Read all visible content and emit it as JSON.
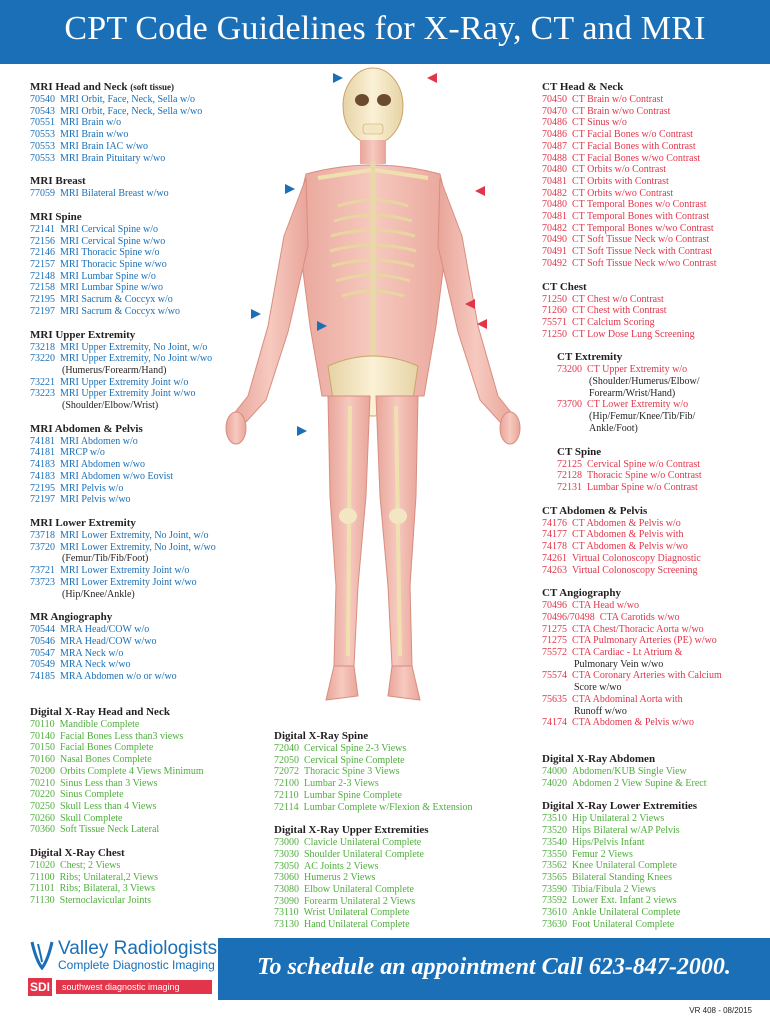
{
  "title": "CPT Code Guidelines for X-Ray,  CT and MRI",
  "colors": {
    "blue": "#1a6fb6",
    "red": "#e2354a",
    "green": "#4fae3d"
  },
  "left_sections": [
    {
      "heading": "MRI Head and Neck",
      "subheading": "(soft tissue)",
      "rows": [
        {
          "code": "70540",
          "desc": "MRI Orbit, Face, Neck, Sella w/o"
        },
        {
          "code": "70543",
          "desc": "MRI Orbit, Face, Neck, Sella w/wo"
        },
        {
          "code": "70551",
          "desc": "MRI Brain w/o"
        },
        {
          "code": "70553",
          "desc": "MRI Brain w/wo"
        },
        {
          "code": "70553",
          "desc": "MRI Brain IAC w/wo"
        },
        {
          "code": "70553",
          "desc": "MRI Brain Pituitary w/wo"
        }
      ]
    },
    {
      "heading": "MRI Breast",
      "rows": [
        {
          "code": "77059",
          "desc": "MRI Bilateral Breast w/wo"
        }
      ]
    },
    {
      "heading": "MRI Spine",
      "rows": [
        {
          "code": "72141",
          "desc": "MRI Cervical Spine w/o"
        },
        {
          "code": "72156",
          "desc": "MRI Cervical Spine w/wo"
        },
        {
          "code": "72146",
          "desc": "MRI Thoracic Spine w/o"
        },
        {
          "code": "72157",
          "desc": "MRI Thoracic Spine w/wo"
        },
        {
          "code": "72148",
          "desc": "MRI Lumbar Spine w/o"
        },
        {
          "code": "72158",
          "desc": "MRI Lumbar Spine w/wo"
        },
        {
          "code": "72195",
          "desc": "MRI Sacrum & Coccyx w/o"
        },
        {
          "code": "72197",
          "desc": "MRI Sacrum & Coccyx w/wo"
        }
      ]
    },
    {
      "heading": "MRI Upper Extremity",
      "rows": [
        {
          "code": "73218",
          "desc": "MRI Upper Extremity, No Joint, w/o"
        },
        {
          "code": "73220",
          "desc": "MRI Upper Extremity, No Joint w/wo",
          "cont": "(Humerus/Forearm/Hand)"
        },
        {
          "code": "73221",
          "desc": "MRI Upper Extremity Joint w/o"
        },
        {
          "code": "73223",
          "desc": "MRI Upper Extremity Joint w/wo",
          "cont": "(Shoulder/Elbow/Wrist)"
        }
      ]
    },
    {
      "heading": "MRI Abdomen & Pelvis",
      "rows": [
        {
          "code": "74181",
          "desc": "MRI Abdomen w/o"
        },
        {
          "code": "74181",
          "desc": "MRCP w/o"
        },
        {
          "code": "74183",
          "desc": "MRI Abdomen w/wo"
        },
        {
          "code": "74183",
          "desc": "MRI Abdomen w/wo Eovist"
        },
        {
          "code": "72195",
          "desc": "MRI Pelvis w/o"
        },
        {
          "code": "72197",
          "desc": "MRI Pelvis w/wo"
        }
      ]
    },
    {
      "heading": "MRI Lower Extremity",
      "rows": [
        {
          "code": "73718",
          "desc": "MRI Lower Extremity, No Joint, w/o"
        },
        {
          "code": "73720",
          "desc": "MRI Lower Extremity, No Joint, w/wo",
          "cont": "(Femur/Tib/Fib/Foot)"
        },
        {
          "code": "73721",
          "desc": "MRI Lower Extremity Joint w/o"
        },
        {
          "code": "73723",
          "desc": "MRI Lower Extremity Joint w/wo",
          "cont": "(Hip/Knee/Ankle)"
        }
      ]
    },
    {
      "heading": "MR Angiography",
      "rows": [
        {
          "code": "70544",
          "desc": "MRA Head/COW w/o"
        },
        {
          "code": "70546",
          "desc": "MRA Head/COW w/wo"
        },
        {
          "code": "70547",
          "desc": "MRA Neck w/o"
        },
        {
          "code": "70549",
          "desc": "MRA Neck w/wo"
        },
        {
          "code": "74185",
          "desc": "MRA Abdomen w/o or w/wo"
        }
      ]
    }
  ],
  "right_sections": [
    {
      "heading": "CT Head & Neck",
      "rows": [
        {
          "code": "70450",
          "desc": "CT Brain w/o Contrast"
        },
        {
          "code": "70470",
          "desc": "CT Brain w/wo Contrast"
        },
        {
          "code": "70486",
          "desc": "CT Sinus w/o"
        },
        {
          "code": "70486",
          "desc": "CT Facial Bones w/o Contrast"
        },
        {
          "code": "70487",
          "desc": "CT Facial Bones with Contrast"
        },
        {
          "code": "70488",
          "desc": "CT Facial Bones w/wo Contrast"
        },
        {
          "code": "70480",
          "desc": "CT Orbits w/o Contrast"
        },
        {
          "code": "70481",
          "desc": "CT Orbits with Contrast"
        },
        {
          "code": "70482",
          "desc": "CT Orbits w/wo Contrast"
        },
        {
          "code": "70480",
          "desc": "CT Temporal Bones w/o Contrast"
        },
        {
          "code": "70481",
          "desc": "CT Temporal Bones with Contrast"
        },
        {
          "code": "70482",
          "desc": "CT Temporal Bones w/wo Contrast"
        },
        {
          "code": "70490",
          "desc": "CT Soft Tissue Neck w/o Contrast"
        },
        {
          "code": "70491",
          "desc": "CT Soft Tissue Neck with Contrast"
        },
        {
          "code": "70492",
          "desc": "CT Soft Tissue Neck w/wo Contrast"
        }
      ]
    },
    {
      "heading": "CT Chest",
      "rows": [
        {
          "code": "71250",
          "desc": "CT Chest w/o Contrast"
        },
        {
          "code": "71260",
          "desc": "CT Chest with Contrast"
        },
        {
          "code": "75571",
          "desc": "CT Calcium Scoring"
        },
        {
          "code": "71250",
          "desc": "CT Low Dose Lung Screening"
        }
      ]
    },
    {
      "heading": "CT Extremity",
      "indent": true,
      "rows": [
        {
          "code": "73200",
          "desc": "CT Upper Extremity w/o",
          "cont": "(Shoulder/Humerus/Elbow/",
          "cont2": "Forearm/Wrist/Hand)"
        },
        {
          "code": "73700",
          "desc": "CT Lower Extremity w/o",
          "cont": "(Hip/Femur/Knee/Tib/Fib/",
          "cont2": "Ankle/Foot)"
        }
      ]
    },
    {
      "heading": "CT Spine",
      "indent": true,
      "rows": [
        {
          "code": "72125",
          "desc": "Cervical Spine w/o Contrast"
        },
        {
          "code": "72128",
          "desc": "Thoracic Spine w/o Contrast"
        },
        {
          "code": "72131",
          "desc": "Lumbar Spine w/o Contrast"
        }
      ]
    },
    {
      "heading": "CT Abdomen & Pelvis",
      "rows": [
        {
          "code": "74176",
          "desc": "CT Abdomen & Pelvis w/o"
        },
        {
          "code": "74177",
          "desc": "CT Abdomen & Pelvis with"
        },
        {
          "code": "74178",
          "desc": "CT Abdomen & Pelvis w/wo"
        },
        {
          "code": "74261",
          "desc": "Virtual Colonoscopy Diagnostic"
        },
        {
          "code": "74263",
          "desc": "Virtual Colonoscopy Screening"
        }
      ]
    },
    {
      "heading": "CT Angiography",
      "rows": [
        {
          "code": "70496",
          "desc": "CTA Head w/wo"
        },
        {
          "code": "70496/70498",
          "desc": "CTA Carotids w/wo"
        },
        {
          "code": "71275",
          "desc": "CTA Chest/Thoracic Aorta w/wo"
        },
        {
          "code": "71275",
          "desc": "CTA Pulmonary Arteries (PE) w/wo"
        },
        {
          "code": "75572",
          "desc": "CTA Cardiac - Lt Atrium &",
          "cont": "Pulmonary Vein w/wo"
        },
        {
          "code": "75574",
          "desc": "CTA Coronary Arteries with Calcium",
          "cont": "Score w/wo"
        },
        {
          "code": "75635",
          "desc": "CTA Abdominal Aorta with",
          "cont": "Runoff w/wo"
        },
        {
          "code": "74174",
          "desc": "CTA Abdomen & Pelvis w/wo"
        }
      ]
    }
  ],
  "xray_left": [
    {
      "heading": "Digital X-Ray Head and Neck",
      "rows": [
        {
          "code": "70110",
          "desc": "Mandible Complete"
        },
        {
          "code": "70140",
          "desc": "Facial Bones Less than3 views"
        },
        {
          "code": "70150",
          "desc": "Facial Bones Complete"
        },
        {
          "code": "70160",
          "desc": "Nasal Bones Complete"
        },
        {
          "code": "70200",
          "desc": "Orbits Complete 4 Views Minimum"
        },
        {
          "code": "70210",
          "desc": "Sinus Less than 3 Views"
        },
        {
          "code": "70220",
          "desc": "Sinus Complete"
        },
        {
          "code": "70250",
          "desc": "Skull Less than 4 Views"
        },
        {
          "code": "70260",
          "desc": "Skull Complete"
        },
        {
          "code": "70360",
          "desc": "Soft Tissue Neck Lateral"
        }
      ]
    },
    {
      "heading": "Digital X-Ray Chest",
      "rows": [
        {
          "code": "71020",
          "desc": "Chest; 2 Views"
        },
        {
          "code": "71100",
          "desc": "Ribs; Unilateral,2 Views"
        },
        {
          "code": "71101",
          "desc": "Ribs; Bilateral, 3 Views"
        },
        {
          "code": "71130",
          "desc": "Sternoclavicular Joints"
        }
      ]
    }
  ],
  "xray_mid": [
    {
      "heading": "Digital X-Ray Spine",
      "rows": [
        {
          "code": "72040",
          "desc": "Cervical Spine 2-3 Views"
        },
        {
          "code": "72050",
          "desc": "Cervical Spine Complete"
        },
        {
          "code": "72072",
          "desc": "Thoracic Spine 3 Views"
        },
        {
          "code": "72100",
          "desc": "Lumbar 2-3 Views"
        },
        {
          "code": "72110",
          "desc": "Lumbar Spine Complete"
        },
        {
          "code": "72114",
          "desc": "Lumbar Complete w/Flexion & Extension"
        }
      ]
    },
    {
      "heading": "Digital X-Ray Upper Extremities",
      "rows": [
        {
          "code": "73000",
          "desc": "Clavicle Unilateral Complete"
        },
        {
          "code": "73030",
          "desc": "Shoulder Unilateral Complete"
        },
        {
          "code": "73050",
          "desc": "AC Joints 2 Views"
        },
        {
          "code": "73060",
          "desc": "Humerus 2 Views"
        },
        {
          "code": "73080",
          "desc": "Elbow Unilateral Complete"
        },
        {
          "code": "73090",
          "desc": "Forearm Unilateral 2 Views"
        },
        {
          "code": "73110",
          "desc": "Wrist Unilateral Complete"
        },
        {
          "code": "73130",
          "desc": "Hand Unilateral Complete"
        }
      ]
    }
  ],
  "xray_right": [
    {
      "heading": "Digital X-Ray Abdomen",
      "rows": [
        {
          "code": "74000",
          "desc": "Abdomen/KUB Single View"
        },
        {
          "code": "74020",
          "desc": "Abdomen 2 View Supine & Erect"
        }
      ]
    },
    {
      "heading": "Digital X-Ray Lower Extremities",
      "rows": [
        {
          "code": "73510",
          "desc": "Hip Unilateral 2 Views"
        },
        {
          "code": "73520",
          "desc": "Hips Bilateral w/AP Pelvis"
        },
        {
          "code": "73540",
          "desc": "Hips/Pelvis Infant"
        },
        {
          "code": "73550",
          "desc": "Femur 2 Views"
        },
        {
          "code": "73562",
          "desc": "Knee Unilateral Complete"
        },
        {
          "code": "73565",
          "desc": "Bilateral Standing Knees"
        },
        {
          "code": "73590",
          "desc": "Tibia/Fibula 2 Views"
        },
        {
          "code": "73592",
          "desc": "Lower Ext. Infant 2 views"
        },
        {
          "code": "73610",
          "desc": "Ankle Unilateral Complete"
        },
        {
          "code": "73630",
          "desc": "Foot Unilateral Complete"
        }
      ]
    }
  ],
  "footer": {
    "logo_name": "Valley Radiologists",
    "logo_tagline": "Complete Diagnostic Imaging",
    "sdi_badge": "SDI",
    "sdi_name": "southwest diagnostic imaging",
    "cta": "To schedule an appointment Call 623-847-2000.",
    "doc_code": "VR 408 - 08/2015"
  },
  "icons": {
    "arrow_blue": "arrow-right-icon",
    "arrow_red": "arrow-left-icon",
    "figure": "anatomy-figure"
  }
}
